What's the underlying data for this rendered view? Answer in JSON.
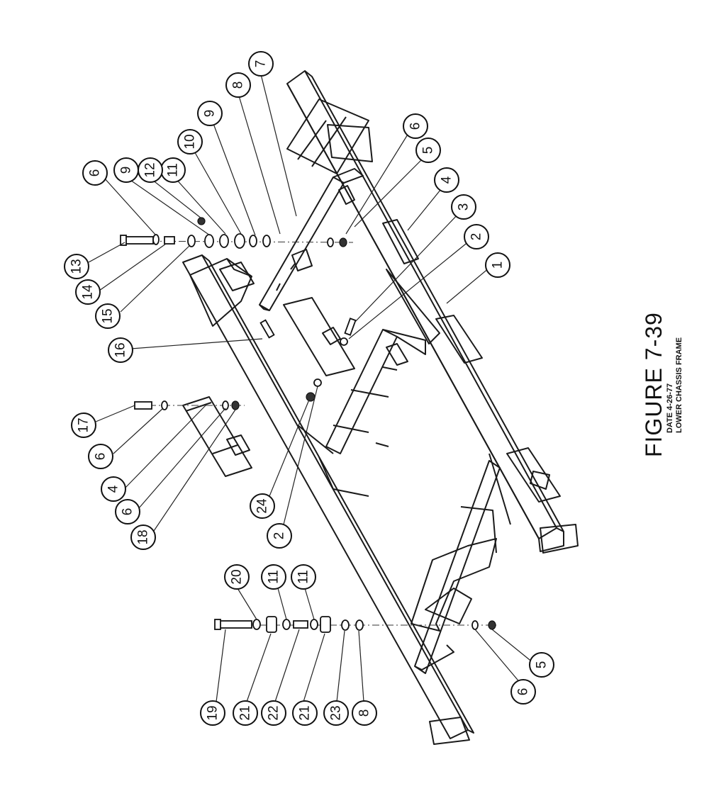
{
  "figure": {
    "title": "FIGURE 7-39",
    "date": "DATE 4-26-77",
    "subtitle": "LOWER CHASSIS FRAME"
  },
  "callouts": [
    {
      "id": "c7",
      "label": "7"
    },
    {
      "id": "c8a",
      "label": "8"
    },
    {
      "id": "c9a",
      "label": "9"
    },
    {
      "id": "c10",
      "label": "10"
    },
    {
      "id": "c11a",
      "label": "11"
    },
    {
      "id": "c12",
      "label": "12"
    },
    {
      "id": "c9b",
      "label": "9"
    },
    {
      "id": "c6a",
      "label": "6"
    },
    {
      "id": "c6b",
      "label": "6"
    },
    {
      "id": "c5a",
      "label": "5"
    },
    {
      "id": "c4a",
      "label": "4"
    },
    {
      "id": "c3",
      "label": "3"
    },
    {
      "id": "c2a",
      "label": "2"
    },
    {
      "id": "c1",
      "label": "1"
    },
    {
      "id": "c13",
      "label": "13"
    },
    {
      "id": "c14",
      "label": "14"
    },
    {
      "id": "c15",
      "label": "15"
    },
    {
      "id": "c16",
      "label": "16"
    },
    {
      "id": "c17",
      "label": "17"
    },
    {
      "id": "c6c",
      "label": "6"
    },
    {
      "id": "c4b",
      "label": "4"
    },
    {
      "id": "c6d",
      "label": "6"
    },
    {
      "id": "c18",
      "label": "18"
    },
    {
      "id": "c24",
      "label": "24"
    },
    {
      "id": "c2b",
      "label": "2"
    },
    {
      "id": "c20",
      "label": "20"
    },
    {
      "id": "c11b",
      "label": "11"
    },
    {
      "id": "c11c",
      "label": "11"
    },
    {
      "id": "c19",
      "label": "19"
    },
    {
      "id": "c21a",
      "label": "21"
    },
    {
      "id": "c22",
      "label": "22"
    },
    {
      "id": "c21b",
      "label": "21"
    },
    {
      "id": "c23",
      "label": "23"
    },
    {
      "id": "c8b",
      "label": "8"
    },
    {
      "id": "c6e",
      "label": "6"
    },
    {
      "id": "c5b",
      "label": "5"
    }
  ]
}
